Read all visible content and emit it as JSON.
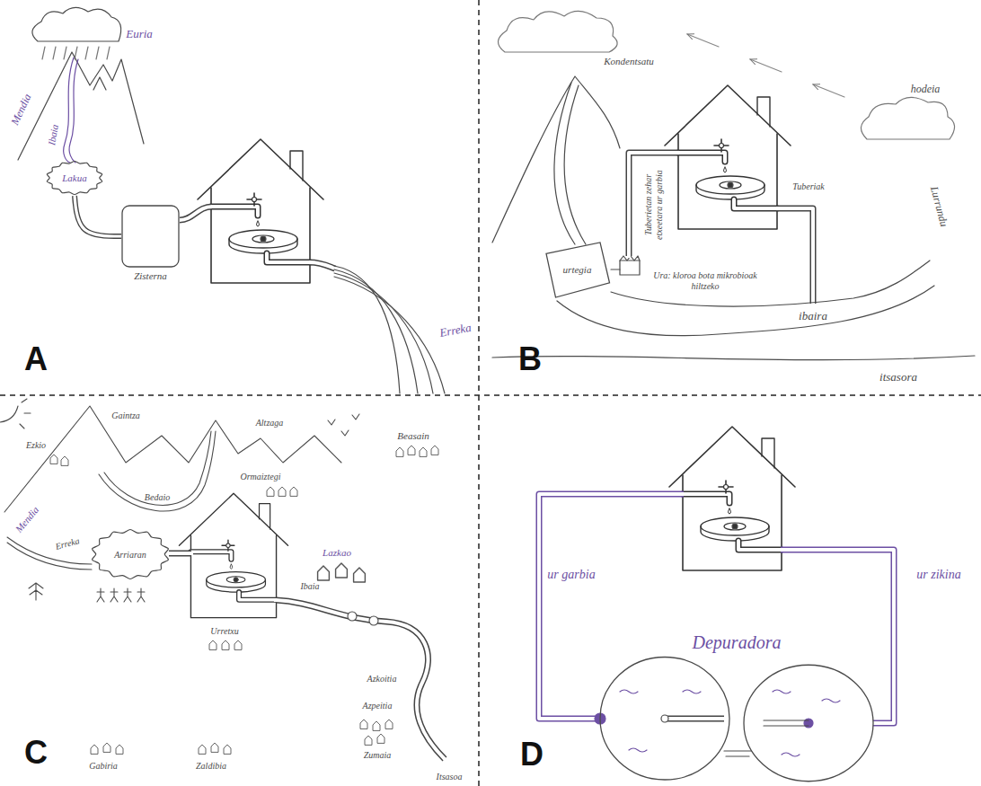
{
  "diagram": {
    "nodes": [
      {
        "text": [
          "Lakua"
        ]
      },
      {
        "text": [
          "Zisterna"
        ]
      },
      {
        "text": [
          "urtegia"
        ]
      },
      {
        "text": [
          "Arriaran"
        ]
      },
      {
        "text": [
          "Depuradora"
        ]
      }
    ],
    "edges": [
      {
        "from": 0,
        "to": 1,
        "arrow": "none"
      }
    ],
    "labels": [
      "A",
      "Euria",
      "Mendia",
      "Ibaia",
      "Erreka",
      "B",
      "Kondentsatu",
      "hodeia",
      "Lurrundu",
      "Tuberietan zehar etxeetara ur garbia",
      "Ura: kloroa bota mikrobioak hiltzeko",
      "Tuberiak",
      "ibaira",
      "itsasora",
      "C",
      "Ezkio",
      "Gaintza",
      "Bedaio",
      "Altzaga",
      "Ormaiztegi",
      "Beasain",
      "Mendia",
      "Erreka",
      "Ibaia",
      "Urretxu",
      "Lazkao",
      "Azkoitia",
      "Azpeitia",
      "Gabiria",
      "Zaldibia",
      "Zumaia",
      "Itsasoa",
      "D",
      "ur garbia",
      "ur zikina"
    ]
  }
}
